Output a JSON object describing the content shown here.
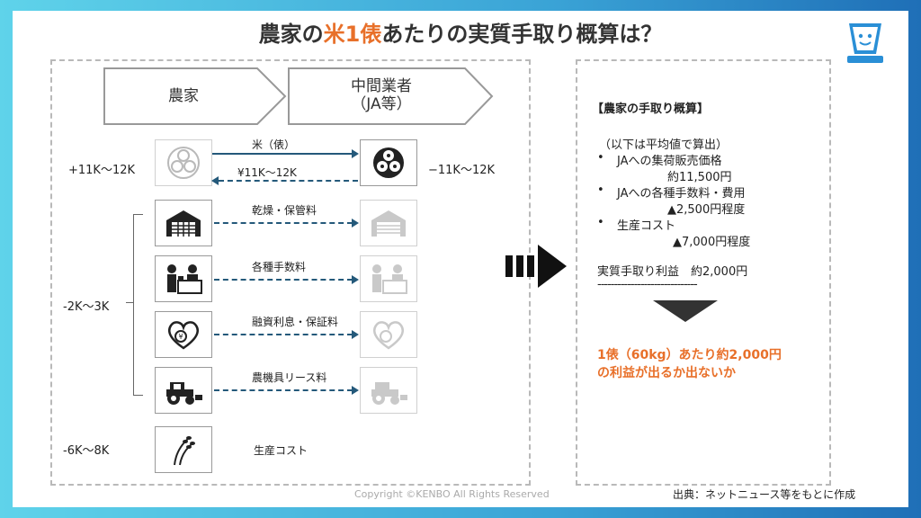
{
  "title": {
    "part1": "農家の",
    "highlight": "米1俵",
    "part2": "あたりの実質手取り概算は？"
  },
  "chevrons": {
    "farmer": "農家",
    "middle_line1": "中間業者",
    "middle_line2": "（JA等）"
  },
  "flows": {
    "rice_label": "米（俵）",
    "payment_label": "¥11K～12K",
    "farmer_income": "+11K～12K",
    "middle_cost": "−11K～12K",
    "drying_label": "乾燥・保管料",
    "fees_label": "各種手数料",
    "interest_label": "融資利息・保証料",
    "lease_label": "農機具リース料",
    "fees_range": "-2K～3K",
    "production_label": "生産コスト",
    "production_range": "-6K～8K"
  },
  "right_panel": {
    "heading": "【農家の手取り概算】",
    "note": "（以下は平均値で算出）",
    "b1_label": "JAへの集荷販売価格",
    "b1_value": "約11,500円",
    "b2_label": "JAへの各種手数料・費用",
    "b2_value": "▲2,500円程度",
    "b3_label": "生産コスト",
    "b3_value": "▲7,000円程度",
    "net_label": "実質手取り利益　約2,000円",
    "divider": "------------------------------",
    "conclusion_line1": "1俵（60kg）あたり約2,000円",
    "conclusion_line2": "の利益が出るか出ないか"
  },
  "footer": {
    "copyright": "Copyright ©KENBO All Rights Reserved",
    "source": "出典：ネットニュース等をもとに作成"
  }
}
